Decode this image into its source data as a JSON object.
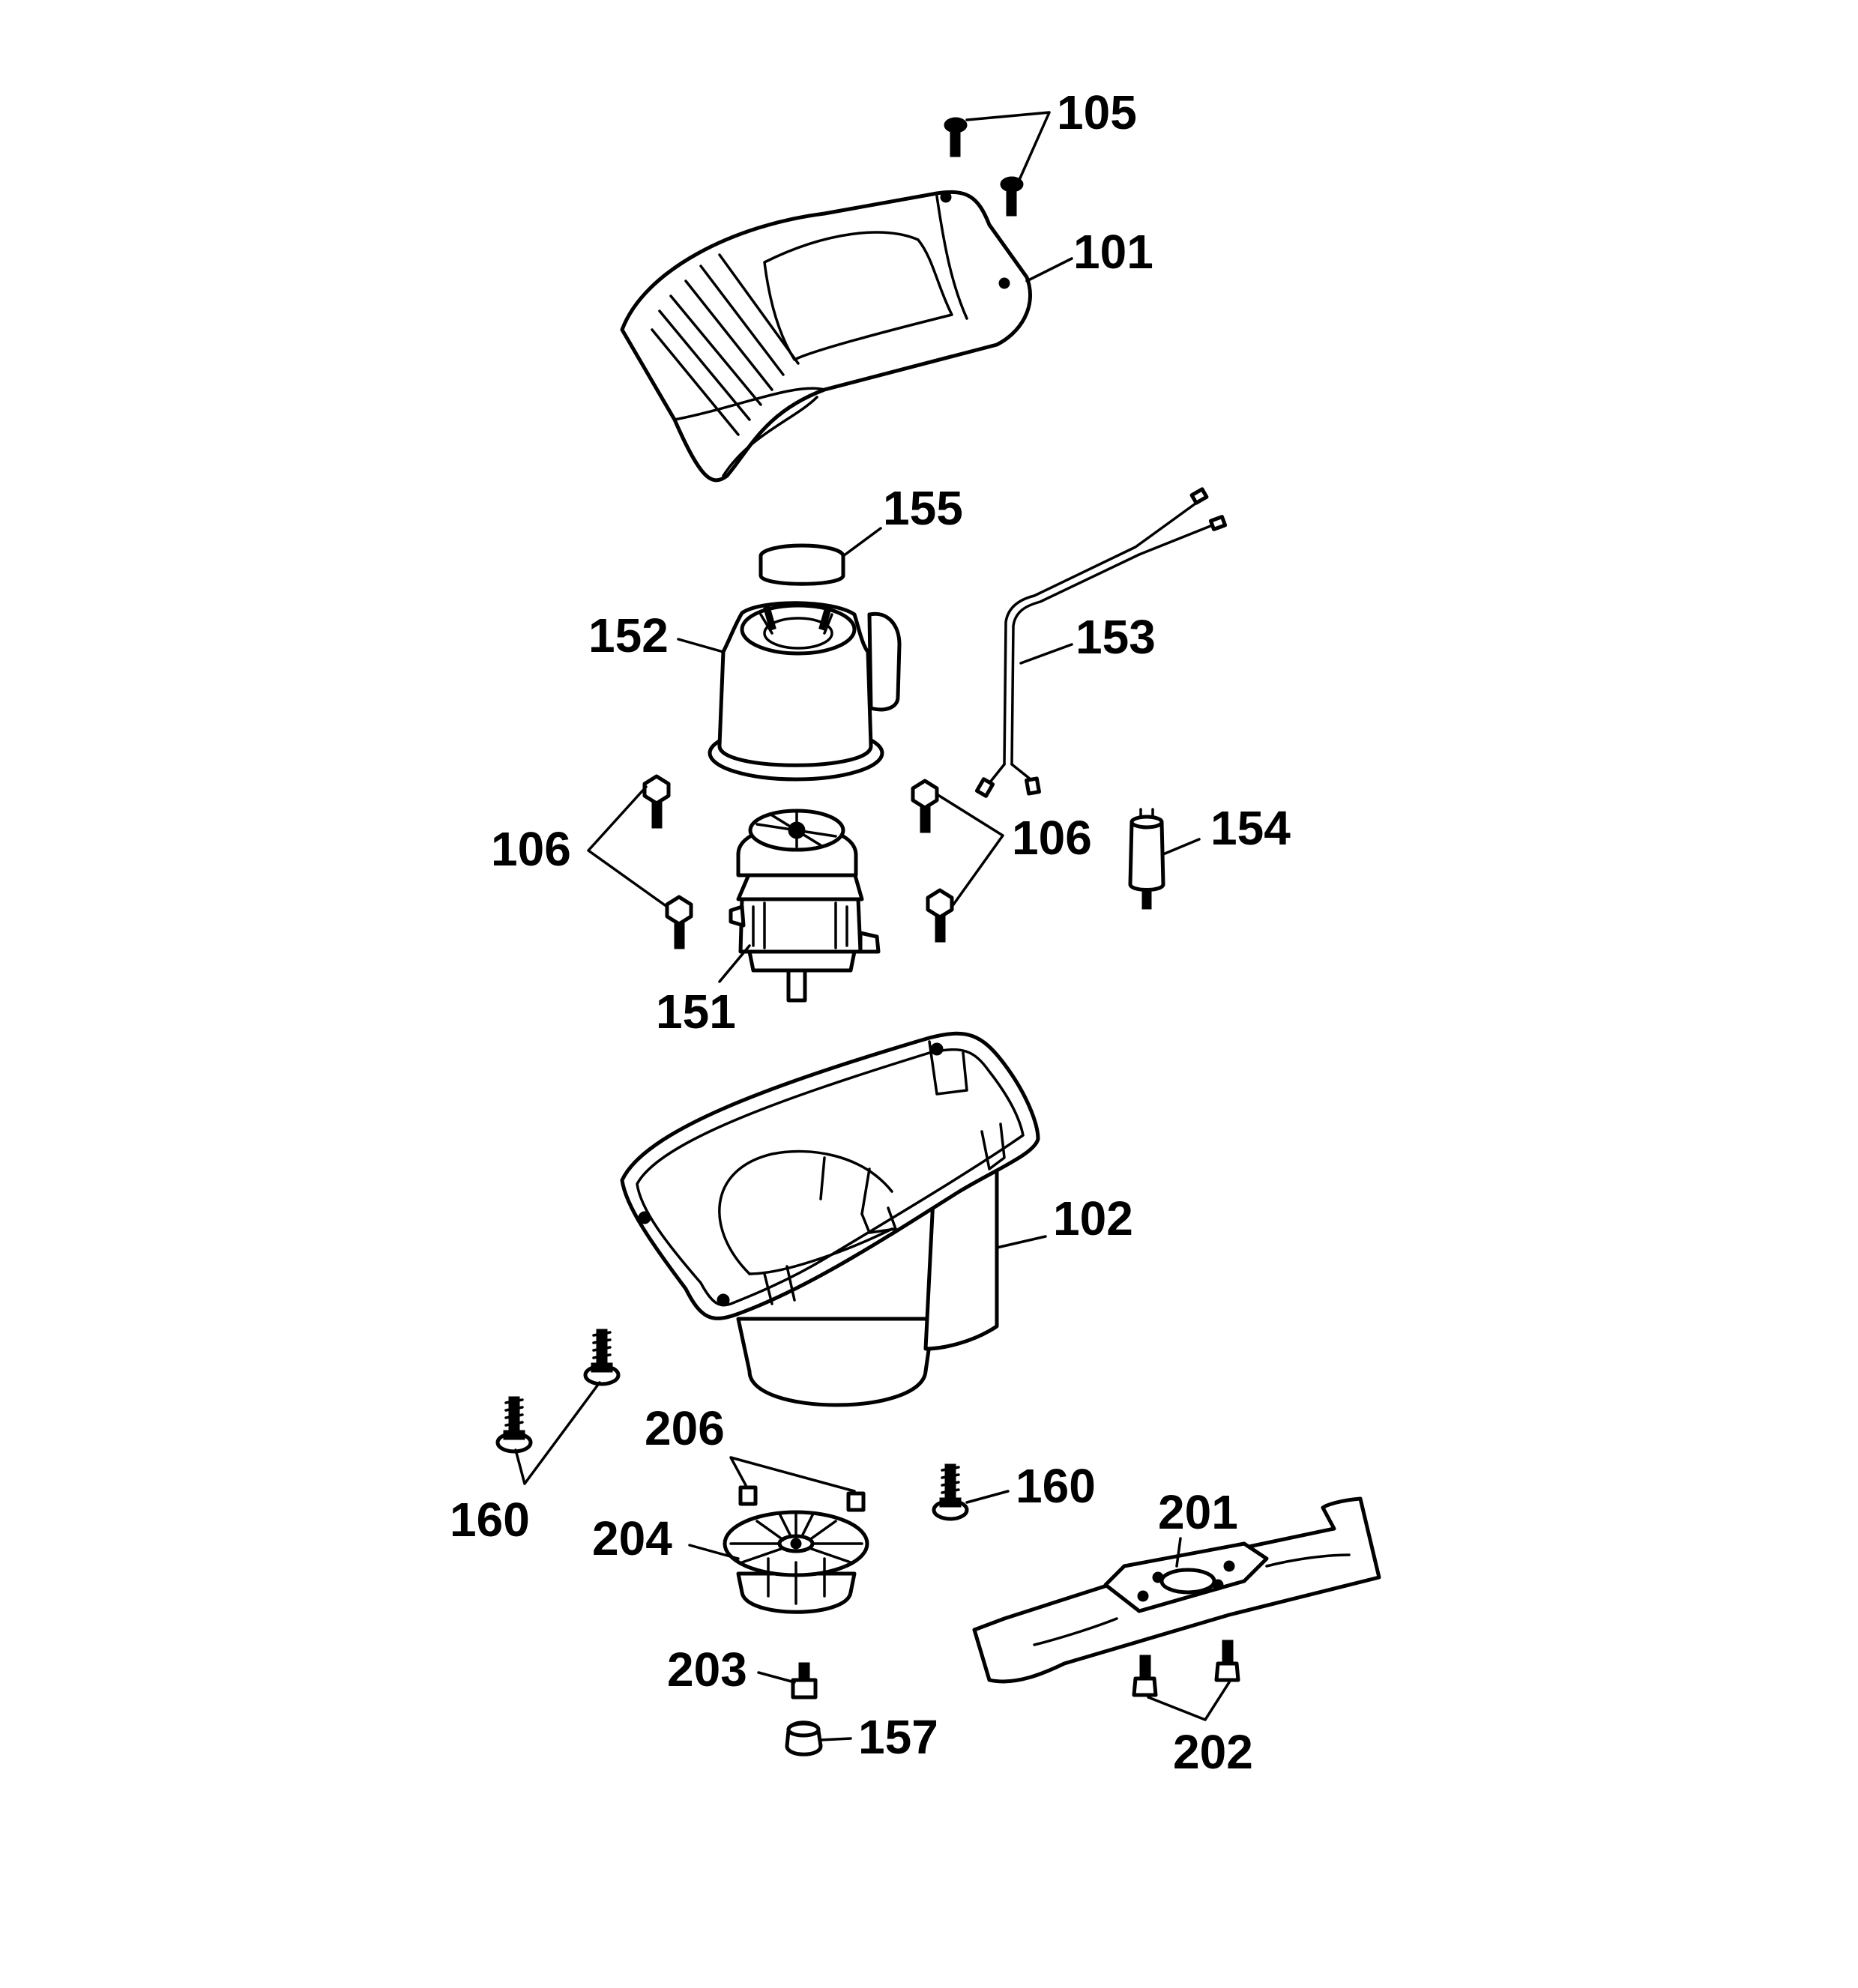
{
  "diagram": {
    "callouts": {
      "p105": "105",
      "p101": "101",
      "p155": "155",
      "p152": "152",
      "p153": "153",
      "p106_left": "106",
      "p106_right": "106",
      "p154": "154",
      "p151": "151",
      "p102": "102",
      "p206": "206",
      "p160_left": "160",
      "p160_right": "160",
      "p204": "204",
      "p201": "201",
      "p203": "203",
      "p157": "157",
      "p202": "202"
    }
  }
}
